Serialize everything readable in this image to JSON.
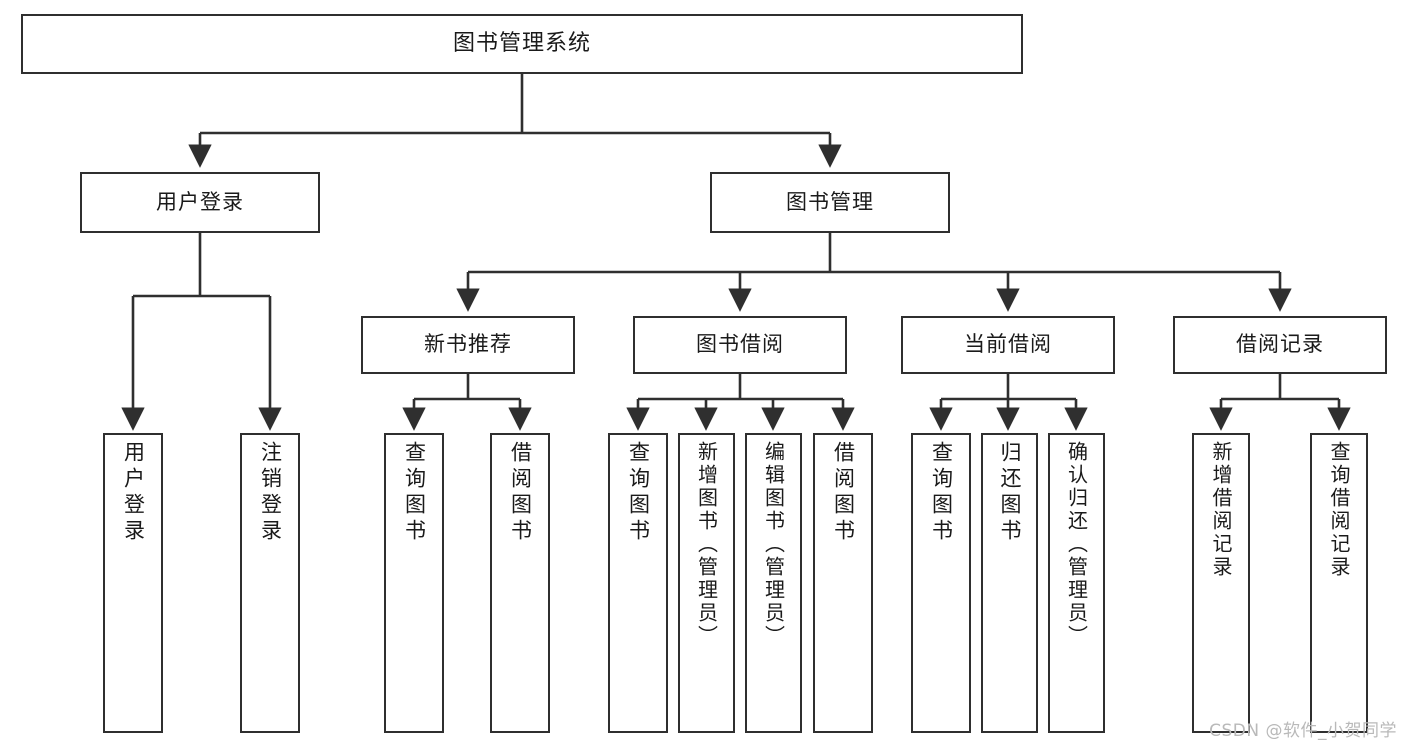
{
  "diagram": {
    "type": "tree-flowchart",
    "title": "图书管理系统",
    "orientation": "top-down",
    "colors": {
      "box_border": "#2f2f2f",
      "box_fill": "#ffffff",
      "edge": "#2f2f2f",
      "text": "#1a1a1a",
      "watermark": "#b9b9b9",
      "background": "#ffffff"
    },
    "root": {
      "label": "图书管理系统"
    },
    "level2": [
      {
        "label": "用户登录"
      },
      {
        "label": "图书管理"
      }
    ],
    "level3": [
      {
        "label": "新书推荐"
      },
      {
        "label": "图书借阅"
      },
      {
        "label": "当前借阅"
      },
      {
        "label": "借阅记录"
      }
    ],
    "leaves_user_login": [
      {
        "label": "用户登录"
      },
      {
        "label": "注销登录"
      }
    ],
    "leaves_new_book": [
      {
        "label": "查询图书"
      },
      {
        "label": "借阅图书"
      }
    ],
    "leaves_borrow": [
      {
        "label": "查询图书"
      },
      {
        "label": "新增图书（管理员）"
      },
      {
        "label": "编辑图书（管理员）"
      },
      {
        "label": "借阅图书"
      }
    ],
    "leaves_current": [
      {
        "label": "查询图书"
      },
      {
        "label": "归还图书"
      },
      {
        "label": "确认归还（管理员）"
      }
    ],
    "leaves_records": [
      {
        "label": "新增借阅记录"
      },
      {
        "label": "查询借阅记录"
      }
    ],
    "watermark": "CSDN @软件_小贺同学"
  }
}
